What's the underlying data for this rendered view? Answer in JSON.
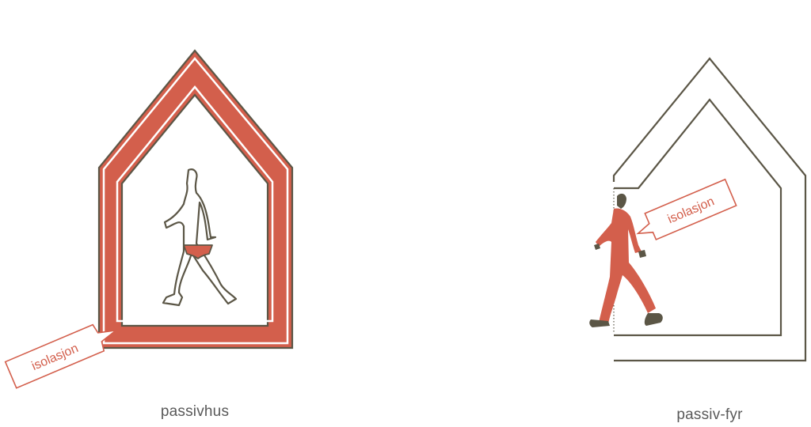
{
  "title": "",
  "colors": {
    "outline": "#5b5646",
    "insulation": "#d35f4c",
    "caption": "#595959",
    "background": "#ffffff"
  },
  "left_house": {
    "caption": "passivhus",
    "tag_label": "isolasjon",
    "figure": "person-in-underwear-icon"
  },
  "right_house": {
    "caption": "passiv-fyr",
    "tag_label": "isolasjon",
    "figure": "person-in-insulation-suit-icon"
  }
}
